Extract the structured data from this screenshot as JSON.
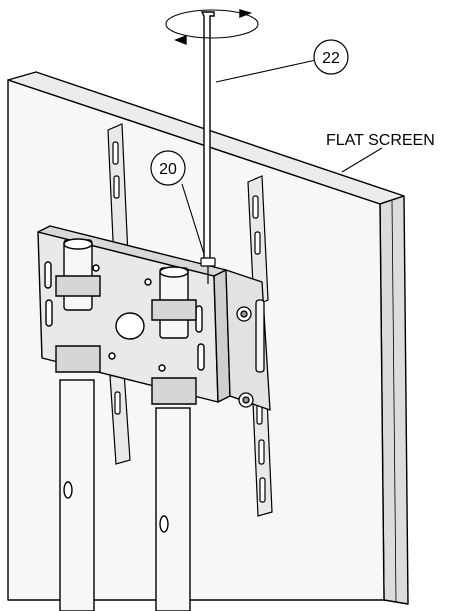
{
  "callouts": {
    "hex_key": "22",
    "screw": "20"
  },
  "labels": {
    "flat_screen": "FLAT SCREEN"
  },
  "colors": {
    "line": "#000000",
    "background": "#ffffff",
    "screen_fill": "#f7f7f7",
    "metal_fill": "#e9e9e9"
  }
}
